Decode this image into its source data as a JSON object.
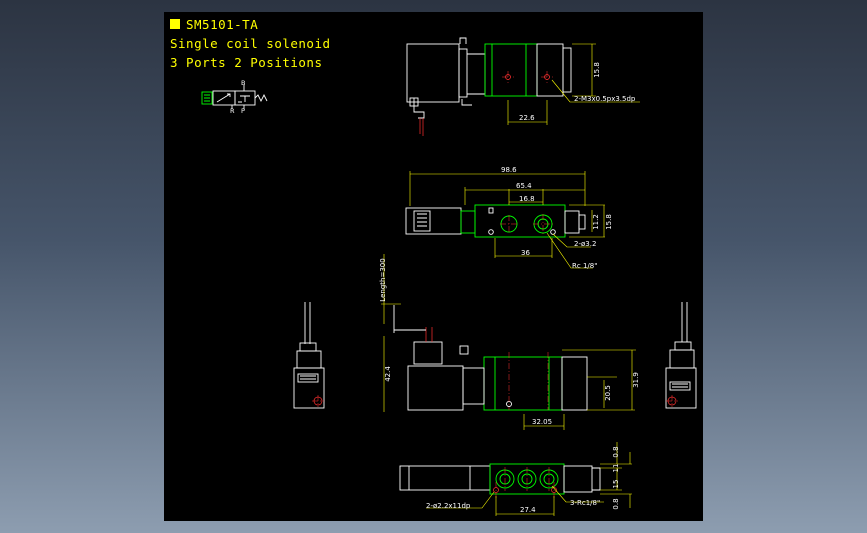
{
  "title": {
    "model": "SM5101-TA",
    "line1": "Single coil solenoid",
    "line2": "3 Ports 2 Positions"
  },
  "symbol": {
    "port_b": "B",
    "port_r": "R",
    "port_p": "P"
  },
  "dimensions": {
    "top_width": "22.6",
    "top_height": "15.8",
    "thread_note": "2-M3x0.5px3.5dp",
    "overall_length": "98.6",
    "body_length": "65.4",
    "port_pitch": "16.8",
    "side_height_a": "11.2",
    "side_height_b": "15.8",
    "mount_hole": "2-ø3.2",
    "port_offset": "36",
    "port_thread": "Rc 1/8\"",
    "lead_length": "Length=300",
    "front_height": "42.4",
    "port_height_a": "20.5",
    "port_height_b": "31.9",
    "front_width": "32.05",
    "bottom_a": "0.8",
    "bottom_b": "11",
    "bottom_c": "15",
    "bottom_d": "0.8",
    "bottom_holes": "2-ø2.2x11dp",
    "bottom_pitch": "27.4",
    "bottom_ports": "3-Rc1/8\""
  },
  "colors": {
    "outline": "#ffffff",
    "dimension": "#ffff00",
    "body": "#00ff00",
    "centerline": "#ff3030"
  }
}
